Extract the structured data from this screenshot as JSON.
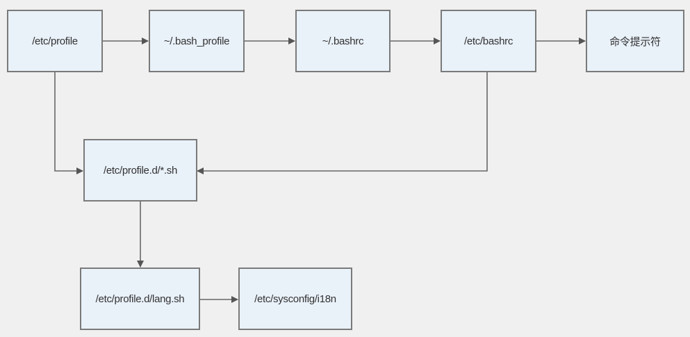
{
  "nodes": {
    "etc_profile": "/etc/profile",
    "bash_profile": "~/.bash_profile",
    "bashrc_home": "~/.bashrc",
    "etc_bashrc": "/etc/bashrc",
    "prompt": "命令提示符",
    "profile_d": "/etc/profile.d/*.sh",
    "lang_sh": "/etc/profile.d/lang.sh",
    "i18n": "/etc/sysconfig/i18n"
  },
  "colors": {
    "background": "#f0f0f0",
    "node_fill": "#e9f1f9",
    "line": "#666666"
  }
}
